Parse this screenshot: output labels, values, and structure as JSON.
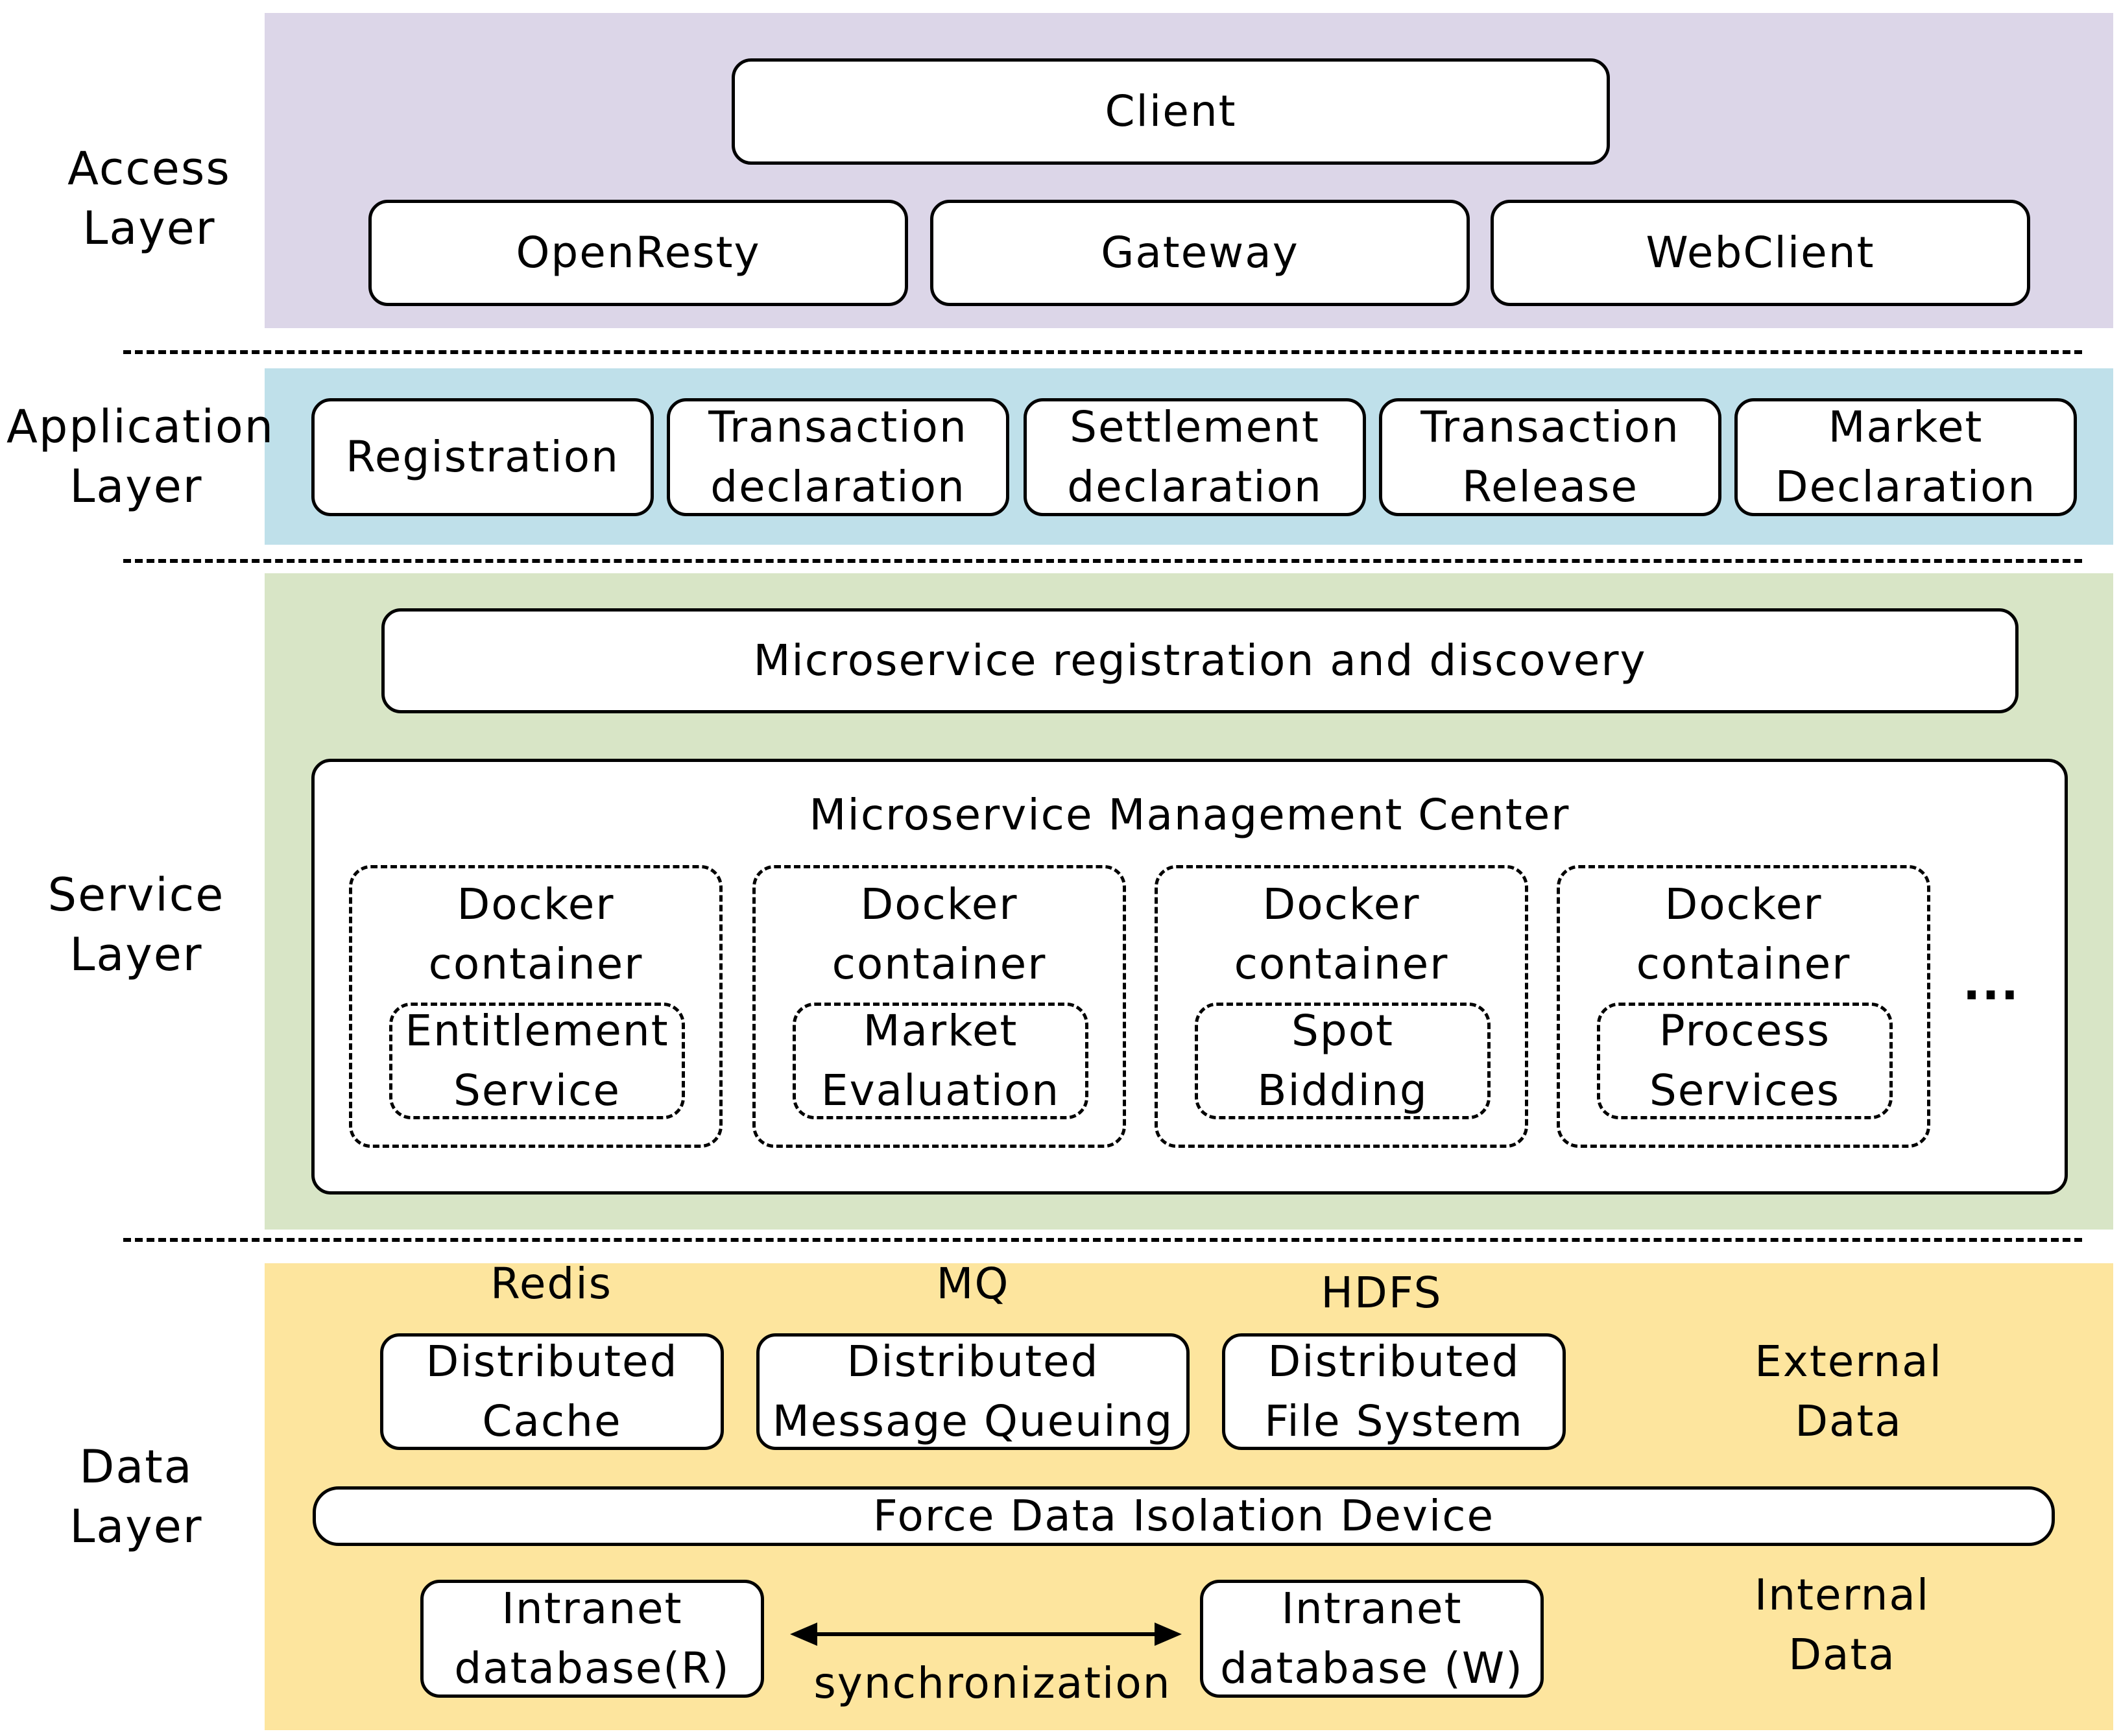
{
  "colors": {
    "access": "#dcd6e8",
    "application": "#bfe0ea",
    "service": "#d8e5c6",
    "data": "#fde59e"
  },
  "layers": {
    "access": "Access\nLayer",
    "application": "Application\nLayer",
    "service": "Service\nLayer",
    "data": "Data\nLayer"
  },
  "access": {
    "client": "Client",
    "openresty": "OpenResty",
    "gateway": "Gateway",
    "webclient": "WebClient"
  },
  "application": {
    "registration": "Registration",
    "transaction_declaration": "Transaction\ndeclaration",
    "settlement_declaration": "Settlement\ndeclaration",
    "transaction_release": "Transaction\nRelease",
    "market_declaration": "Market\nDeclaration"
  },
  "service": {
    "registration_discovery": "Microservice registration and discovery",
    "management_center": "Microservice Management Center",
    "containers": [
      {
        "title": "Docker\ncontainer",
        "service": "Entitlement\nService"
      },
      {
        "title": "Docker\ncontainer",
        "service": "Market\nEvaluation"
      },
      {
        "title": "Docker\ncontainer",
        "service": "Spot\nBidding"
      },
      {
        "title": "Docker\ncontainer",
        "service": "Process\nServices"
      }
    ],
    "ellipsis": "..."
  },
  "data": {
    "redis_label": "Redis",
    "mq_label": "MQ",
    "hdfs_label": "HDFS",
    "cache": "Distributed\nCache",
    "queue": "Distributed\nMessage Queuing",
    "filesystem": "Distributed\nFile System",
    "external": "External\nData",
    "isolation": "Force Data Isolation Device",
    "db_r": "Intranet\ndatabase(R)",
    "db_w": "Intranet\ndatabase (W)",
    "sync": "synchronization",
    "internal": "Internal\nData"
  }
}
